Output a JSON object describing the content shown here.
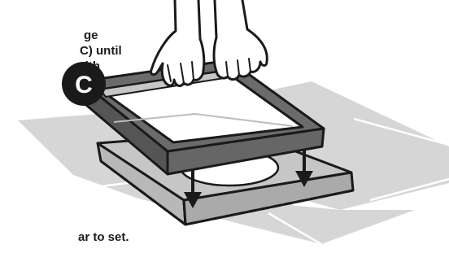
{
  "instructions": {
    "line1": "ge",
    "line2": "C) until",
    "line3": "with",
    "line4": "ar to set."
  },
  "step_badge": {
    "letter": "C"
  },
  "colors": {
    "ground": "#d4d4d4",
    "base_fill": "#c4c4c4",
    "frame_fill": "#666666",
    "outline": "#1a1a1a",
    "badge": "#1a1a1a"
  },
  "icons": [
    "hands-icon",
    "down-arrow-icon"
  ]
}
